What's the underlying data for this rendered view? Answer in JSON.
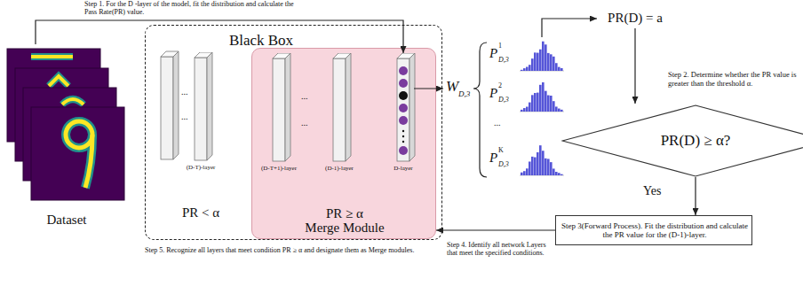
{
  "diagram": {
    "nodes": [
      {
        "text": [
          "Dataset"
        ]
      },
      {
        "text": [
          "Black Box",
          "PR < α"
        ]
      },
      {
        "text": [
          "(D-T)-layer"
        ],
        "in": 1
      },
      {
        "text": [
          "PR ≥ α",
          "Merge Module"
        ],
        "in": 1
      },
      {
        "text": [
          "(D-T+1)-layer"
        ],
        "in": 3
      },
      {
        "text": [
          "(D-1)-layer"
        ],
        "in": 3
      },
      {
        "text": [
          "D-layer"
        ],
        "in": 3
      },
      {
        "text": [
          "PR(D) ≥ α?"
        ]
      },
      {
        "text": [
          "Step 3(Forward Process). Fit the distribution and calculate the PR value for the (D-1)-layer."
        ]
      }
    ],
    "edges": [
      {
        "from": 0,
        "to": 6,
        "arrow": "to"
      },
      {
        "from": 7,
        "to": 8,
        "label": "Yes",
        "arrow": "to"
      },
      {
        "from": 8,
        "to": 3,
        "arrow": "to"
      }
    ],
    "labels": [
      "Step 1. For the D -layer of the model, fit the distribution and calculate the Pass Rate(PR) value.",
      "...",
      "...",
      "...",
      "...",
      "W",
      "D,3",
      "P",
      "1",
      "D,3",
      "P",
      "2",
      "D,3",
      "...",
      "P",
      "K",
      "D,3",
      "PR(D) = a",
      "Step 2. Determine whether the PR value is greater than the threshold α.",
      "Step 4. Identify all network Layers that meet the specified conditions.",
      "Step 5. Recognize all layers that meet condition PR ≥ α and designate them as Merge modules."
    ]
  }
}
